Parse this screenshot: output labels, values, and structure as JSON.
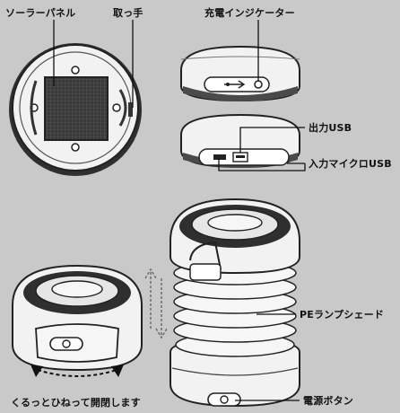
{
  "labels": {
    "solar_panel": "ソーラーパネル",
    "handle": "取っ手",
    "charge_indicator": "充電インジケーター",
    "usb_output": "出力USB",
    "micro_usb_input": "入力マイクロUSB",
    "pe_shade": "PEランプシェード",
    "twist_caption": "くるっとひねって開閉します",
    "power_button": "電源ボタン"
  },
  "colors": {
    "background": "#c9c9c9",
    "product_body": "#f3f3f3",
    "outline": "#222222",
    "dark_band": "#4a4a4a"
  }
}
